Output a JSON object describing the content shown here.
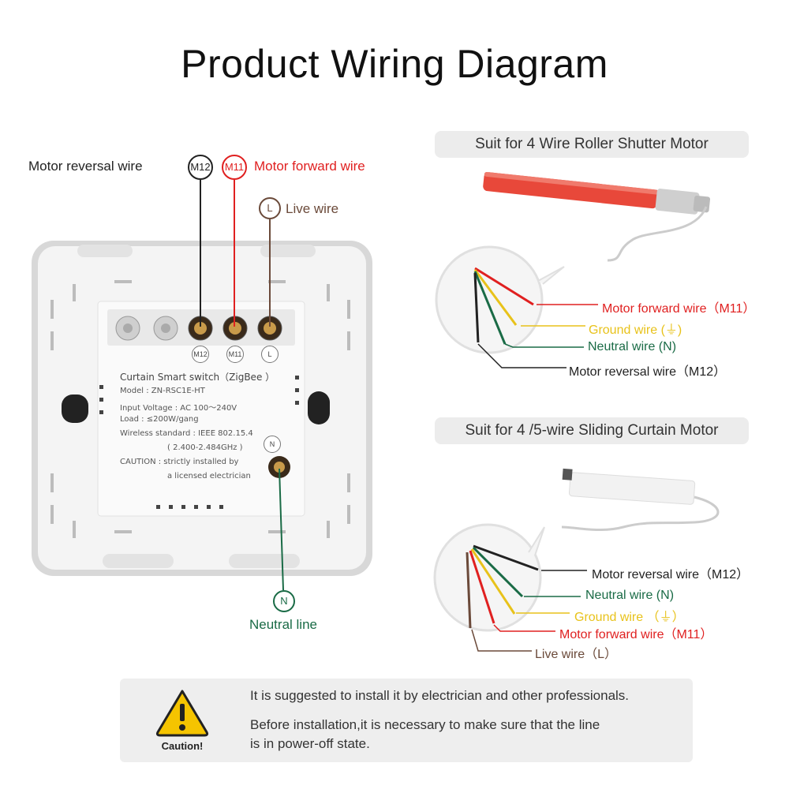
{
  "page": {
    "title": "Product Wiring Diagram"
  },
  "switch_panel": {
    "labels": {
      "m12": {
        "badge": "M12",
        "text": "Motor reversal wire"
      },
      "m11": {
        "badge": "M11",
        "text": "Motor forward wire"
      },
      "live": {
        "badge": "L",
        "text": "Live wire"
      },
      "neutral": {
        "badge": "N",
        "text": "Neutral line"
      }
    },
    "terminal_labels": [
      "M12",
      "M11",
      "L"
    ],
    "neutral_terminal_label": "N",
    "specs": {
      "title": "Curtain Smart switch（ZigBee ）",
      "lines": [
        "Model : ZN-RSC1E-HT",
        "Input Voltage : AC 100～240V",
        "Load : ≤200W/gang",
        "Wireless standard : IEEE 802.15.4",
        "( 2.400-2.484GHz )",
        "CAUTION : strictly installed by",
        "a licensed electrician"
      ]
    }
  },
  "roller_motor": {
    "header": "Suit for 4 Wire Roller Shutter Motor",
    "wires": [
      {
        "text": "Motor forward wire（M11）",
        "color": "#e02020"
      },
      {
        "text": "Ground wire (⏚)",
        "color": "#e8c21a"
      },
      {
        "text": "Neutral wire (N)",
        "color": "#1a6b46"
      },
      {
        "text": "Motor reversal wire（M12）",
        "color": "#222222"
      }
    ]
  },
  "curtain_motor": {
    "header": "Suit for 4 /5-wire Sliding Curtain Motor",
    "wires": [
      {
        "text": "Motor reversal wire（M12）",
        "color": "#222222"
      },
      {
        "text": "Neutral wire (N)",
        "color": "#1a6b46"
      },
      {
        "text": "Ground wire （⏚）",
        "color": "#e8c21a"
      },
      {
        "text": "Motor forward wire（M11）",
        "color": "#e02020"
      },
      {
        "text": "Live wire（L）",
        "color": "#6b4a3a"
      }
    ]
  },
  "caution": {
    "label": "Caution!",
    "line1": "It is suggested to install it by electrician and other professionals.",
    "line2": "Before installation,it is necessary to make sure that the line",
    "line3": "is in power-off state."
  }
}
